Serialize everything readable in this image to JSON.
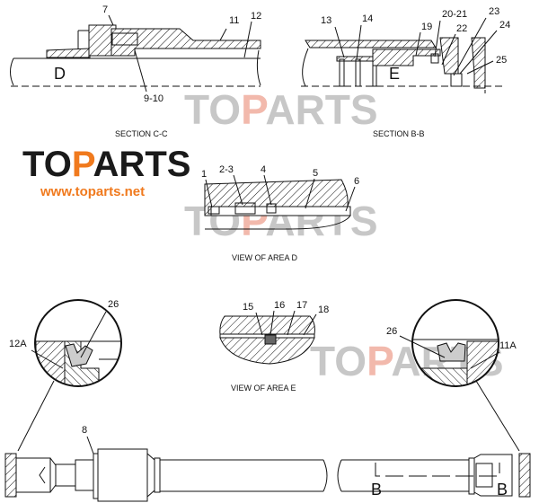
{
  "logo": {
    "text_to": "TO",
    "text_p": "P",
    "text_arts": "ARTS",
    "url": "www.toparts.net",
    "accent": "#f07a1e"
  },
  "watermark": {
    "text_to": "TO",
    "text_p": "P",
    "text_arts": "ARTS"
  },
  "section_cc": {
    "caption": "SECTION C-C",
    "area": "D",
    "labels": [
      "7",
      "11",
      "12",
      "9-10"
    ]
  },
  "section_bb": {
    "caption": "SECTION B-B",
    "area": "E",
    "labels": [
      "13",
      "14",
      "19",
      "20-21",
      "22",
      "23",
      "24",
      "25"
    ]
  },
  "view_d": {
    "caption": "VIEW OF AREA D",
    "labels": [
      "1",
      "2-3",
      "4",
      "5",
      "6"
    ]
  },
  "view_e": {
    "caption": "VIEW OF AREA E",
    "labels": [
      "15",
      "16",
      "17",
      "18"
    ]
  },
  "detail_left": {
    "labels": [
      "26",
      "12A"
    ]
  },
  "detail_right": {
    "labels": [
      "26",
      "11A"
    ]
  },
  "assembly": {
    "labels": [
      "8"
    ],
    "section_mark_left": "B",
    "section_mark_right": "B"
  }
}
